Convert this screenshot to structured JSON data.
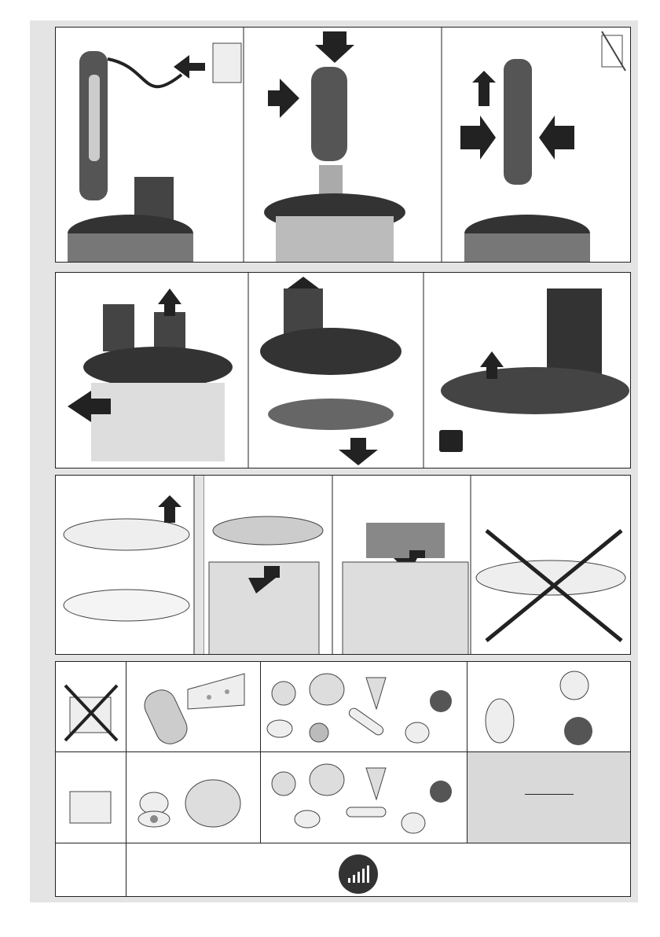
{
  "document": {
    "title": "",
    "type": "instruction illustration sheet"
  },
  "rows": [
    {
      "name": "assembly-and-operation",
      "panels": 3
    },
    {
      "name": "disassembly",
      "panels": 3
    },
    {
      "name": "dicing-accessory",
      "panels": 4
    },
    {
      "name": "food-table",
      "panels": 3
    }
  ],
  "icons": {
    "steps": [
      "plug-in-icon",
      "press-button-icon",
      "unlock-icon",
      "remove-lid-icon",
      "clean-grid-icon"
    ],
    "foods": [
      "cooking-pot-icon",
      "sausage-icon",
      "cheese-icon",
      "onion-icon",
      "pumpkin-icon",
      "carrot-icon",
      "beetroot-icon",
      "potato-icon",
      "tomato-icon",
      "cucumber-icon",
      "celeriac-icon",
      "pineapple-icon",
      "apple-icon",
      "kiwi-icon",
      "egg-icon",
      "chicken-icon",
      "speed-signal-icon"
    ]
  },
  "colors": {
    "dark": "#333333",
    "mid": "#8a8a8a",
    "light": "#d9d9d9",
    "background": "#e4e4e4"
  }
}
